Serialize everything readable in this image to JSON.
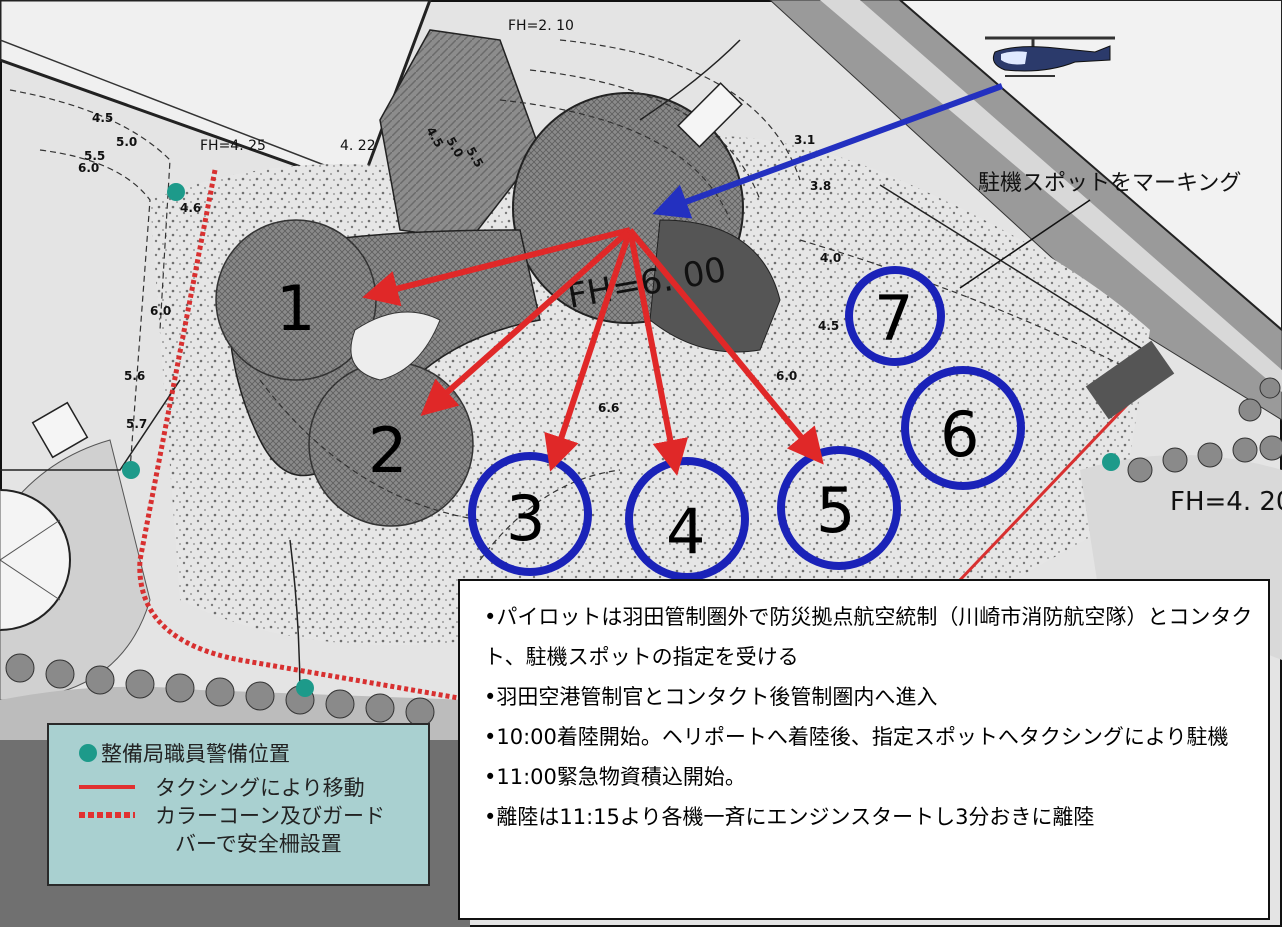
{
  "map": {
    "annotation_spot_marking": "駐機スポットをマーキング",
    "elevation_labels": {
      "fh_425": "FH=4. 25",
      "fh_600": "FH=6. 00",
      "fh_420": "FH=4. 20",
      "fh_210": "FH=2. 10",
      "v422": "4. 22"
    },
    "contour_labels": [
      "4.5",
      "5.0",
      "5.5",
      "6.0",
      "4.6",
      "5.6",
      "5.7",
      "6.0",
      "4.5",
      "5.0",
      "5.5",
      "3.1",
      "3.8",
      "4.0",
      "4.5",
      "6.0",
      "6.6"
    ],
    "spots": [
      {
        "label": "1",
        "marked": false
      },
      {
        "label": "2",
        "marked": false
      },
      {
        "label": "3",
        "marked": true
      },
      {
        "label": "4",
        "marked": true
      },
      {
        "label": "5",
        "marked": true
      },
      {
        "label": "6",
        "marked": true
      },
      {
        "label": "7",
        "marked": true
      }
    ],
    "colors": {
      "spot_ring": "#1a22b8",
      "taxi_arrow": "#e02828",
      "approach_arrow": "#2330c0",
      "guard_dot": "#1d9a8a"
    }
  },
  "legend": {
    "guard_position": "整備局職員警備位置",
    "taxi_move": "タクシングにより移動",
    "fence_line1": "カラーコーン及びガード",
    "fence_line2": "バーで安全柵設置"
  },
  "notes": [
    "•パイロットは羽田管制圏外で防災拠点航空統制（川崎市消防航空隊）とコンタクト、駐機スポットの指定を受ける",
    "•羽田空港管制官とコンタクト後管制圏内へ進入",
    "•10:00着陸開始。ヘリポートへ着陸後、指定スポットへタクシングにより駐機",
    "•11:00緊急物資積込開始。",
    "•離陸は11:15より各機一斉にエンジンスタートし3分おきに離陸"
  ]
}
